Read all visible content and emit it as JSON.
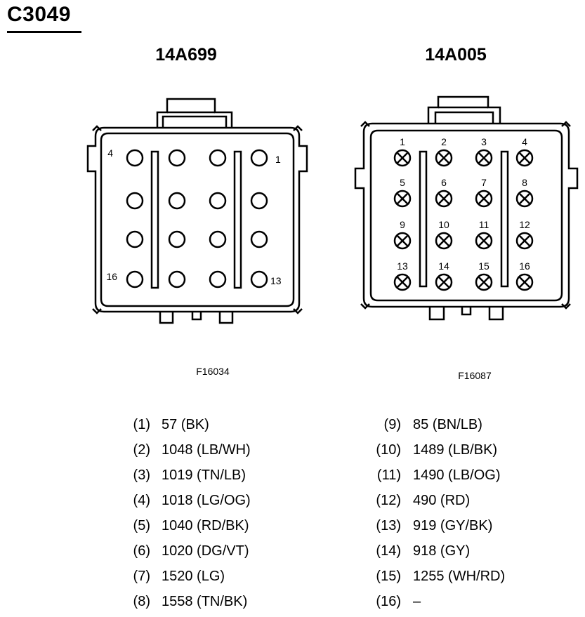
{
  "title": "C3049",
  "connectors": [
    {
      "name": "14A699",
      "figure": "F16034",
      "pin_labels": [
        {
          "label": "4",
          "pin": 4
        },
        {
          "label": "1",
          "pin": 1
        },
        {
          "label": "16",
          "pin": 16
        },
        {
          "label": "13",
          "pin": 13
        }
      ]
    },
    {
      "name": "14A005",
      "figure": "F16087",
      "pin_labels": [
        "1",
        "2",
        "3",
        "4",
        "5",
        "6",
        "7",
        "8",
        "9",
        "10",
        "11",
        "12",
        "13",
        "14",
        "15",
        "16"
      ]
    }
  ],
  "pins": [
    {
      "num": "(1)",
      "circuit": "57 (BK)"
    },
    {
      "num": "(2)",
      "circuit": "1048 (LB/WH)"
    },
    {
      "num": "(3)",
      "circuit": "1019 (TN/LB)"
    },
    {
      "num": "(4)",
      "circuit": "1018 (LG/OG)"
    },
    {
      "num": "(5)",
      "circuit": "1040 (RD/BK)"
    },
    {
      "num": "(6)",
      "circuit": "1020 (DG/VT)"
    },
    {
      "num": "(7)",
      "circuit": "1520 (LG)"
    },
    {
      "num": "(8)",
      "circuit": "1558 (TN/BK)"
    },
    {
      "num": "(9)",
      "circuit": "85 (BN/LB)"
    },
    {
      "num": "(10)",
      "circuit": "1489 (LB/BK)"
    },
    {
      "num": "(11)",
      "circuit": "1490 (LB/OG)"
    },
    {
      "num": "(12)",
      "circuit": "490 (RD)"
    },
    {
      "num": "(13)",
      "circuit": "919 (GY/BK)"
    },
    {
      "num": "(14)",
      "circuit": "918 (GY)"
    },
    {
      "num": "(15)",
      "circuit": "1255 (WH/RD)"
    },
    {
      "num": "(16)",
      "circuit": "–"
    }
  ]
}
